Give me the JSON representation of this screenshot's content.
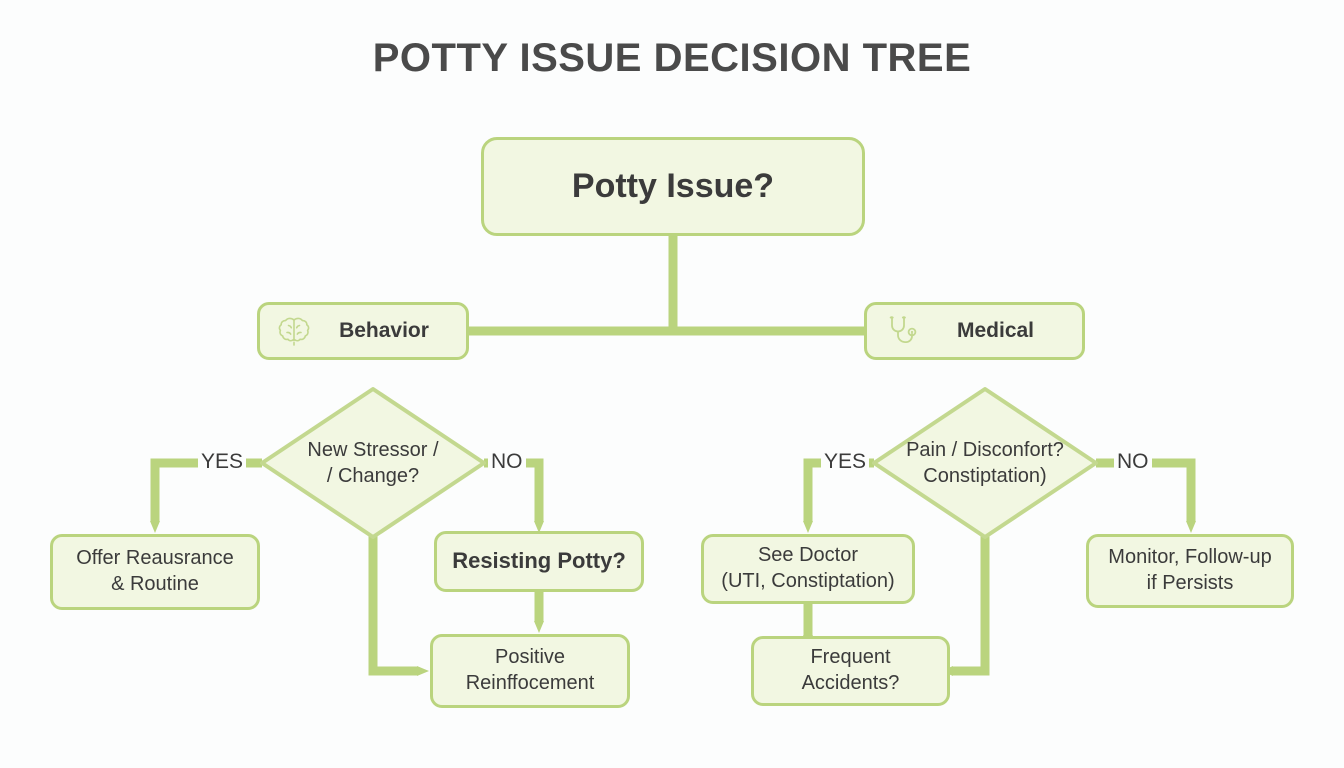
{
  "page": {
    "title": "POTTY ISSUE DECISION TREE",
    "background_color": "#fcfdfd",
    "accent_color": "#bad47e",
    "node_fill_color": "#f2f7e2",
    "text_color": "#3b3b3b",
    "title_color": "#4a4a4a"
  },
  "nodes": {
    "root": {
      "label": "Potty Issue?"
    },
    "behavior": {
      "label": "Behavior",
      "icon": "brain-icon"
    },
    "medical": {
      "label": "Medical",
      "icon": "stethoscope-icon"
    },
    "behavior_decision": {
      "label": "New Stressor /\n/ Change?"
    },
    "medical_decision": {
      "label": "Pain / Disconfort?\nConstiptation)"
    },
    "offer_reassurance": {
      "label": "Offer Reausrance\n& Routine"
    },
    "resisting_potty": {
      "label": "Resisting Potty?"
    },
    "positive_reinforcement": {
      "label": "Positive\nReinffocement"
    },
    "see_doctor": {
      "label": "See Doctor\n(UTI, Constiptation)"
    },
    "frequent_accidents": {
      "label": "Frequent\nAccidents?"
    },
    "monitor_followup": {
      "label": "Monitor, Follow-up\nif Persists"
    }
  },
  "edge_labels": {
    "behavior_yes": "YES",
    "behavior_no": "NO",
    "medical_yes": "YES",
    "medical_no": "NO"
  }
}
